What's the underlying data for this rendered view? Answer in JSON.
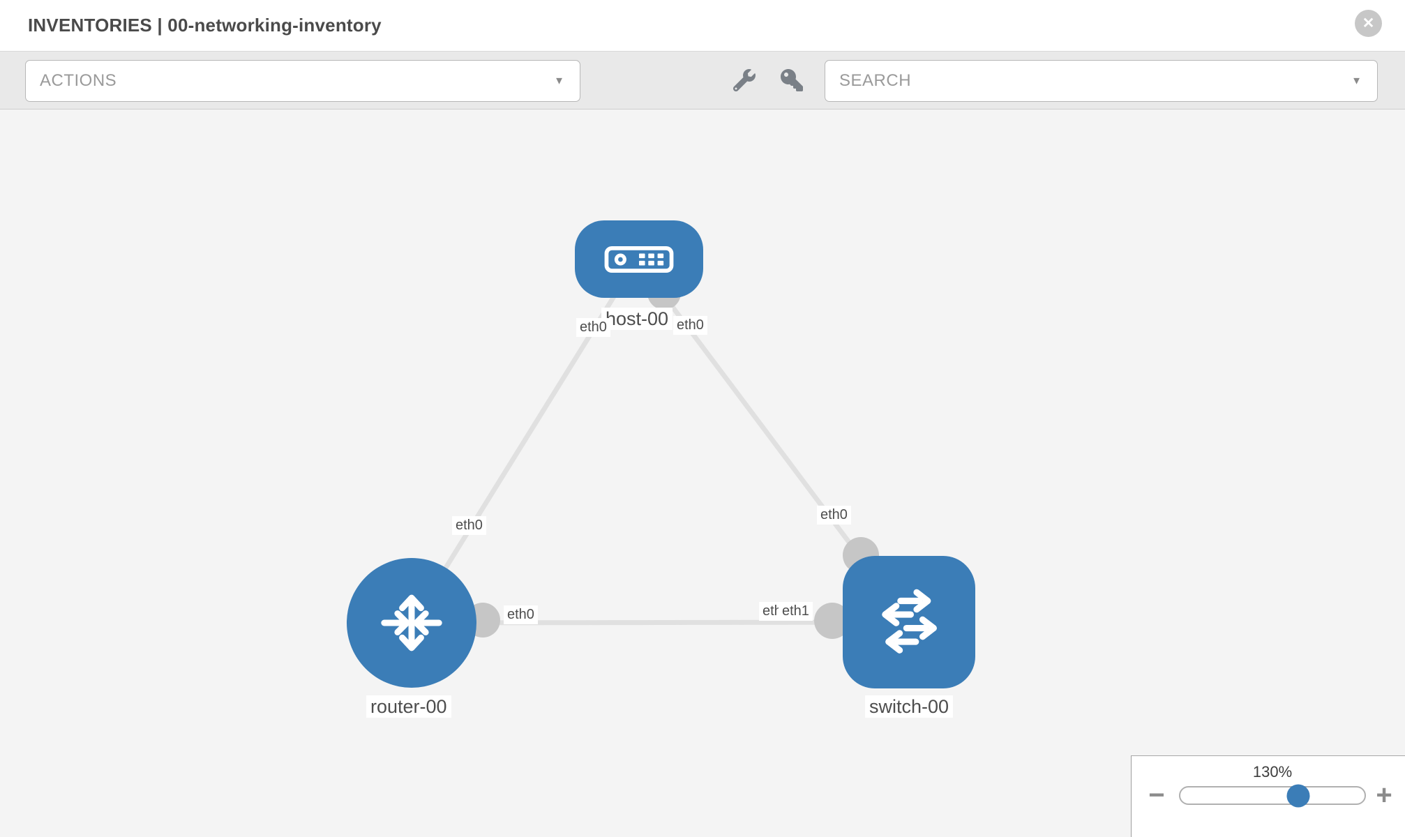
{
  "header": {
    "title": "INVENTORIES | 00-networking-inventory",
    "close_glyph": "✕"
  },
  "toolbar": {
    "actions_label": "ACTIONS",
    "search_label": "SEARCH",
    "caret": "▼",
    "tool_icons": [
      "wrench-icon",
      "key-icon"
    ]
  },
  "topology": {
    "nodes": [
      {
        "label": "host-00",
        "type": "host",
        "icon": "server-icon"
      },
      {
        "label": "router-00",
        "type": "router",
        "icon": "router-arrows-icon"
      },
      {
        "label": "switch-00",
        "type": "switch",
        "icon": "switch-arrows-icon"
      }
    ],
    "links": [
      {
        "from": "host-00",
        "to": "router-00"
      },
      {
        "from": "host-00",
        "to": "switch-00"
      },
      {
        "from": "router-00",
        "to": "switch-00"
      }
    ],
    "interface_labels": [
      {
        "node": "host-00",
        "text": "eth0",
        "position": "below-left"
      },
      {
        "node": "host-00",
        "text": "eth0",
        "position": "below-right"
      },
      {
        "node": "router-00",
        "text": "eth0",
        "position": "above-on-host-link"
      },
      {
        "node": "router-00",
        "text": "eth0",
        "position": "right-on-switch-link"
      },
      {
        "node": "switch-00",
        "text": "eth0",
        "position": "above-on-host-link"
      },
      {
        "node": "switch-00",
        "text": "eth0",
        "position": "left-partially-hidden"
      },
      {
        "node": "switch-00",
        "text": "eth1",
        "position": "left-on-router-link"
      }
    ]
  },
  "zoom_control": {
    "level": "130%",
    "minus_label": "−",
    "plus_label": "+",
    "slider_percent": 64
  },
  "colors": {
    "node_blue": "#3b7db7",
    "link_gray": "#e0e0e0",
    "endpoint_gray": "#c6c6c6",
    "canvas_bg": "#f4f4f4",
    "toolbar_bg": "#e9e9e9",
    "icon_gray": "#7a8087"
  }
}
